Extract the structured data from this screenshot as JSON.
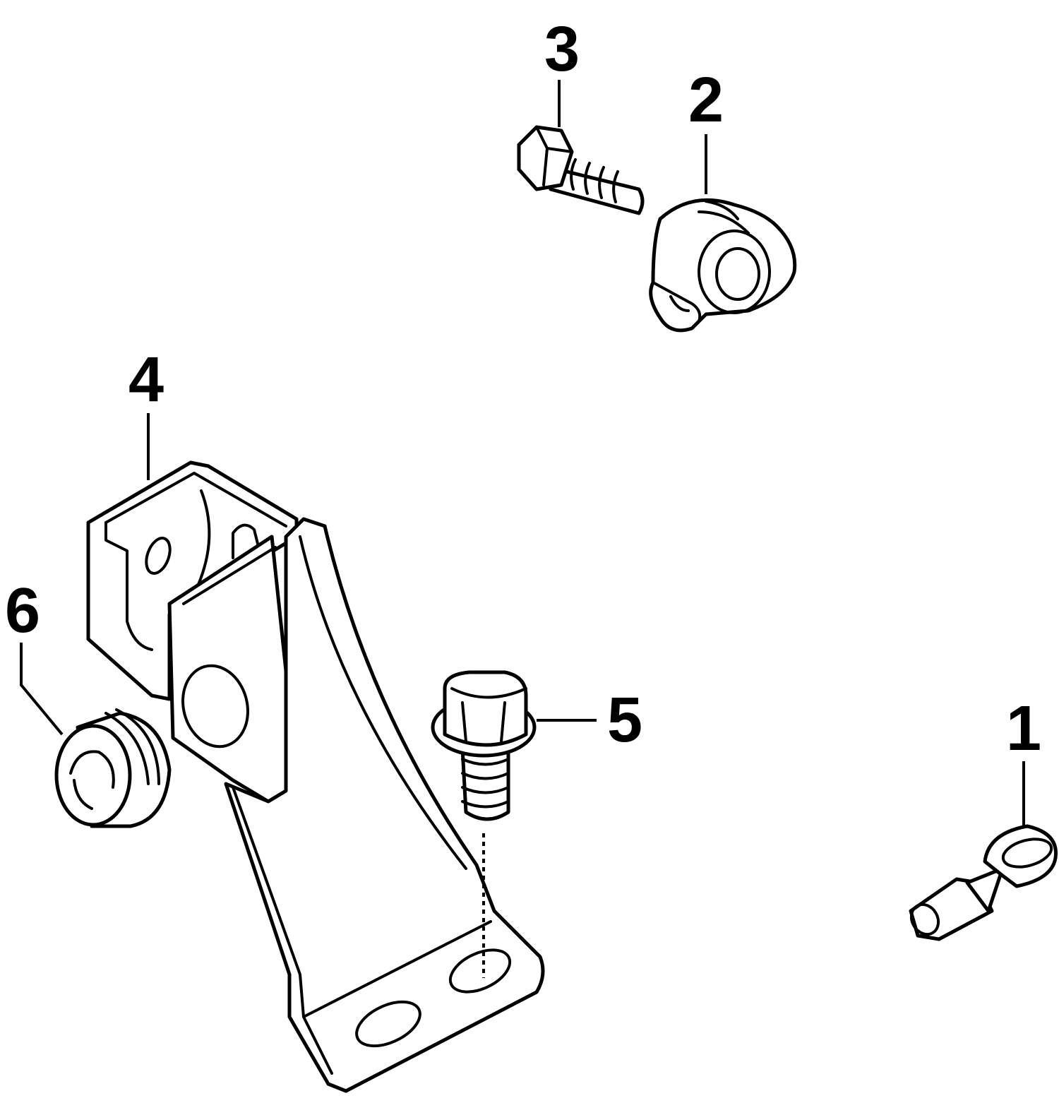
{
  "callouts": [
    {
      "number": "1",
      "part": "ring-terminal"
    },
    {
      "number": "2",
      "part": "mount-bushing"
    },
    {
      "number": "3",
      "part": "bolt-small"
    },
    {
      "number": "4",
      "part": "bracket"
    },
    {
      "number": "5",
      "part": "flange-bolt"
    },
    {
      "number": "6",
      "part": "grommet"
    }
  ],
  "colors": {
    "line": "#000000",
    "background": "#ffffff"
  }
}
